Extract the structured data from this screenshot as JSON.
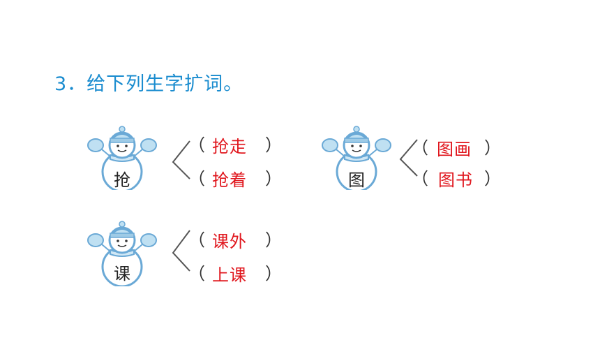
{
  "title": "3．给下列生字扩词。",
  "groups": [
    {
      "char": "抢",
      "words": [
        "抢走",
        "抢着"
      ]
    },
    {
      "char": "图",
      "words": [
        "图画",
        "图书"
      ]
    },
    {
      "char": "课",
      "words": [
        "课外",
        "上课"
      ]
    }
  ],
  "paren_open": "（",
  "paren_close": "）",
  "colors": {
    "title": "#1a8ccf",
    "answer": "#e0161d",
    "snowman_outline": "#6aa9d6",
    "snowman_fill": "#ffffff",
    "hat_fill": "#bfe0f2"
  },
  "icons": [
    "snowman-icon",
    "bracket-branch-icon"
  ]
}
